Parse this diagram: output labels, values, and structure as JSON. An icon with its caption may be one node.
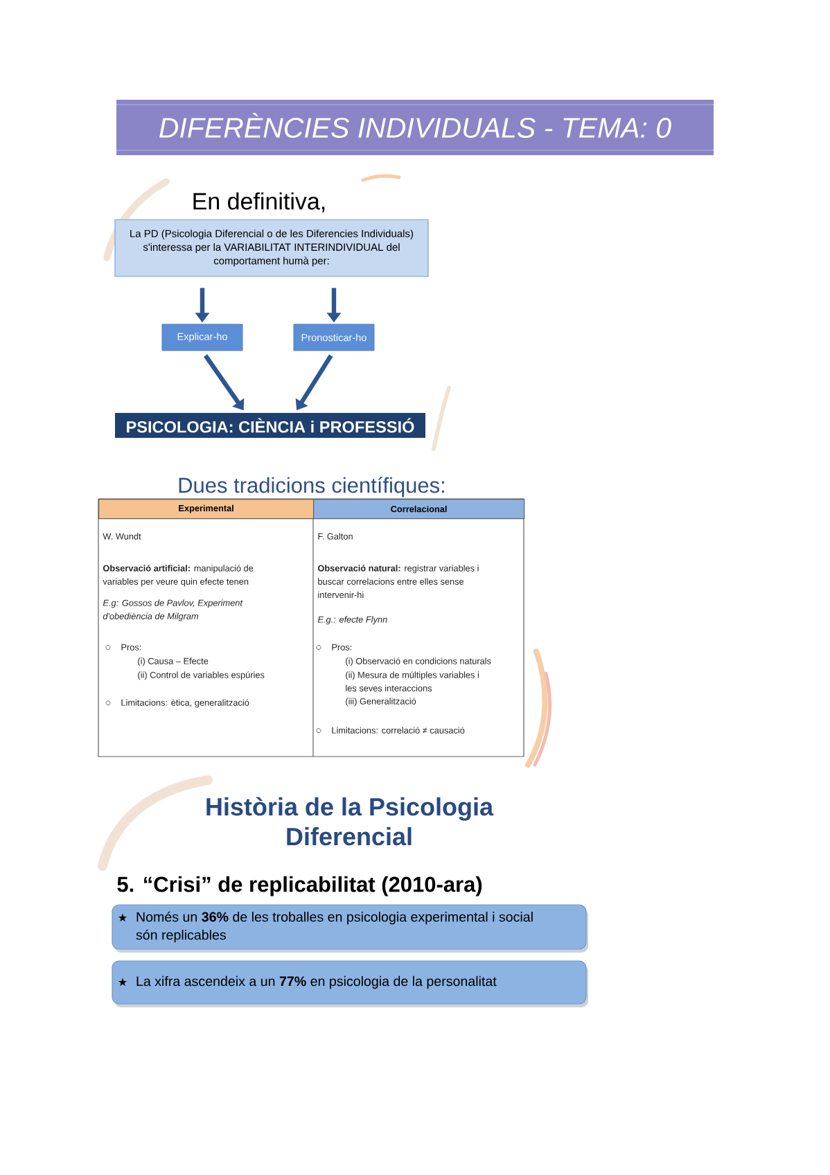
{
  "diagram": {
    "title": "DIFERÈNCIES INDIVIDUALS - TEMA: 0",
    "nodes": [
      {
        "text": [
          "La PD (Psicologia Diferencial o de les Diferencies Individuals) s'interessa per la VARIABILITAT INTERINDIVIDUAL del comportament humà per:"
        ]
      },
      {
        "text": [
          "Explicar-ho"
        ]
      },
      {
        "text": [
          "Pronosticar-ho"
        ]
      },
      {
        "text": [
          "PSICOLOGIA: CIÈNCIA i PROFESSIÓ"
        ]
      },
      {
        "text": [
          "Només un **36%** de les troballes en psicologia experimental i social són replicables"
        ]
      },
      {
        "text": [
          "La xifra ascendeix a un **77%** en psicologia de la personalitat"
        ]
      }
    ],
    "edges": [
      {
        "from": 0,
        "to": 1,
        "arrow": "to"
      },
      {
        "from": 0,
        "to": 2,
        "arrow": "to"
      },
      {
        "from": 1,
        "to": 3,
        "arrow": "to"
      },
      {
        "from": 2,
        "to": 3,
        "arrow": "to"
      }
    ],
    "labels": [
      "En definitiva,",
      "Dues tradicions científiques:",
      "Experimental",
      "Correlacional",
      "W. Wundt",
      "**Observació artificial:** manipulació de variables per veure quin efecte tenen",
      "E.g: Gossos de Pavlov, Experiment d'obediència de Milgram",
      "Pros:",
      "(i) Causa – Efecte",
      "(ii) Control de variables espúries",
      "Limitacions: ètica, generalització",
      "F. Galton",
      "**Observació natural:** registrar variables i buscar correlacions entre elles sense intervenir-hi",
      "E.g.: efecte Flynn",
      "Pros:",
      "(i) Observació en condicions naturals",
      "(ii) Mesura de múltiples variables i les seves interaccions",
      "(iii) Generalització",
      "Limitacions: correlació ≠ causació",
      "Història de la Psicologia Diferencial",
      "5. “Crisi” de replicabilitat (2010-ara)"
    ]
  }
}
